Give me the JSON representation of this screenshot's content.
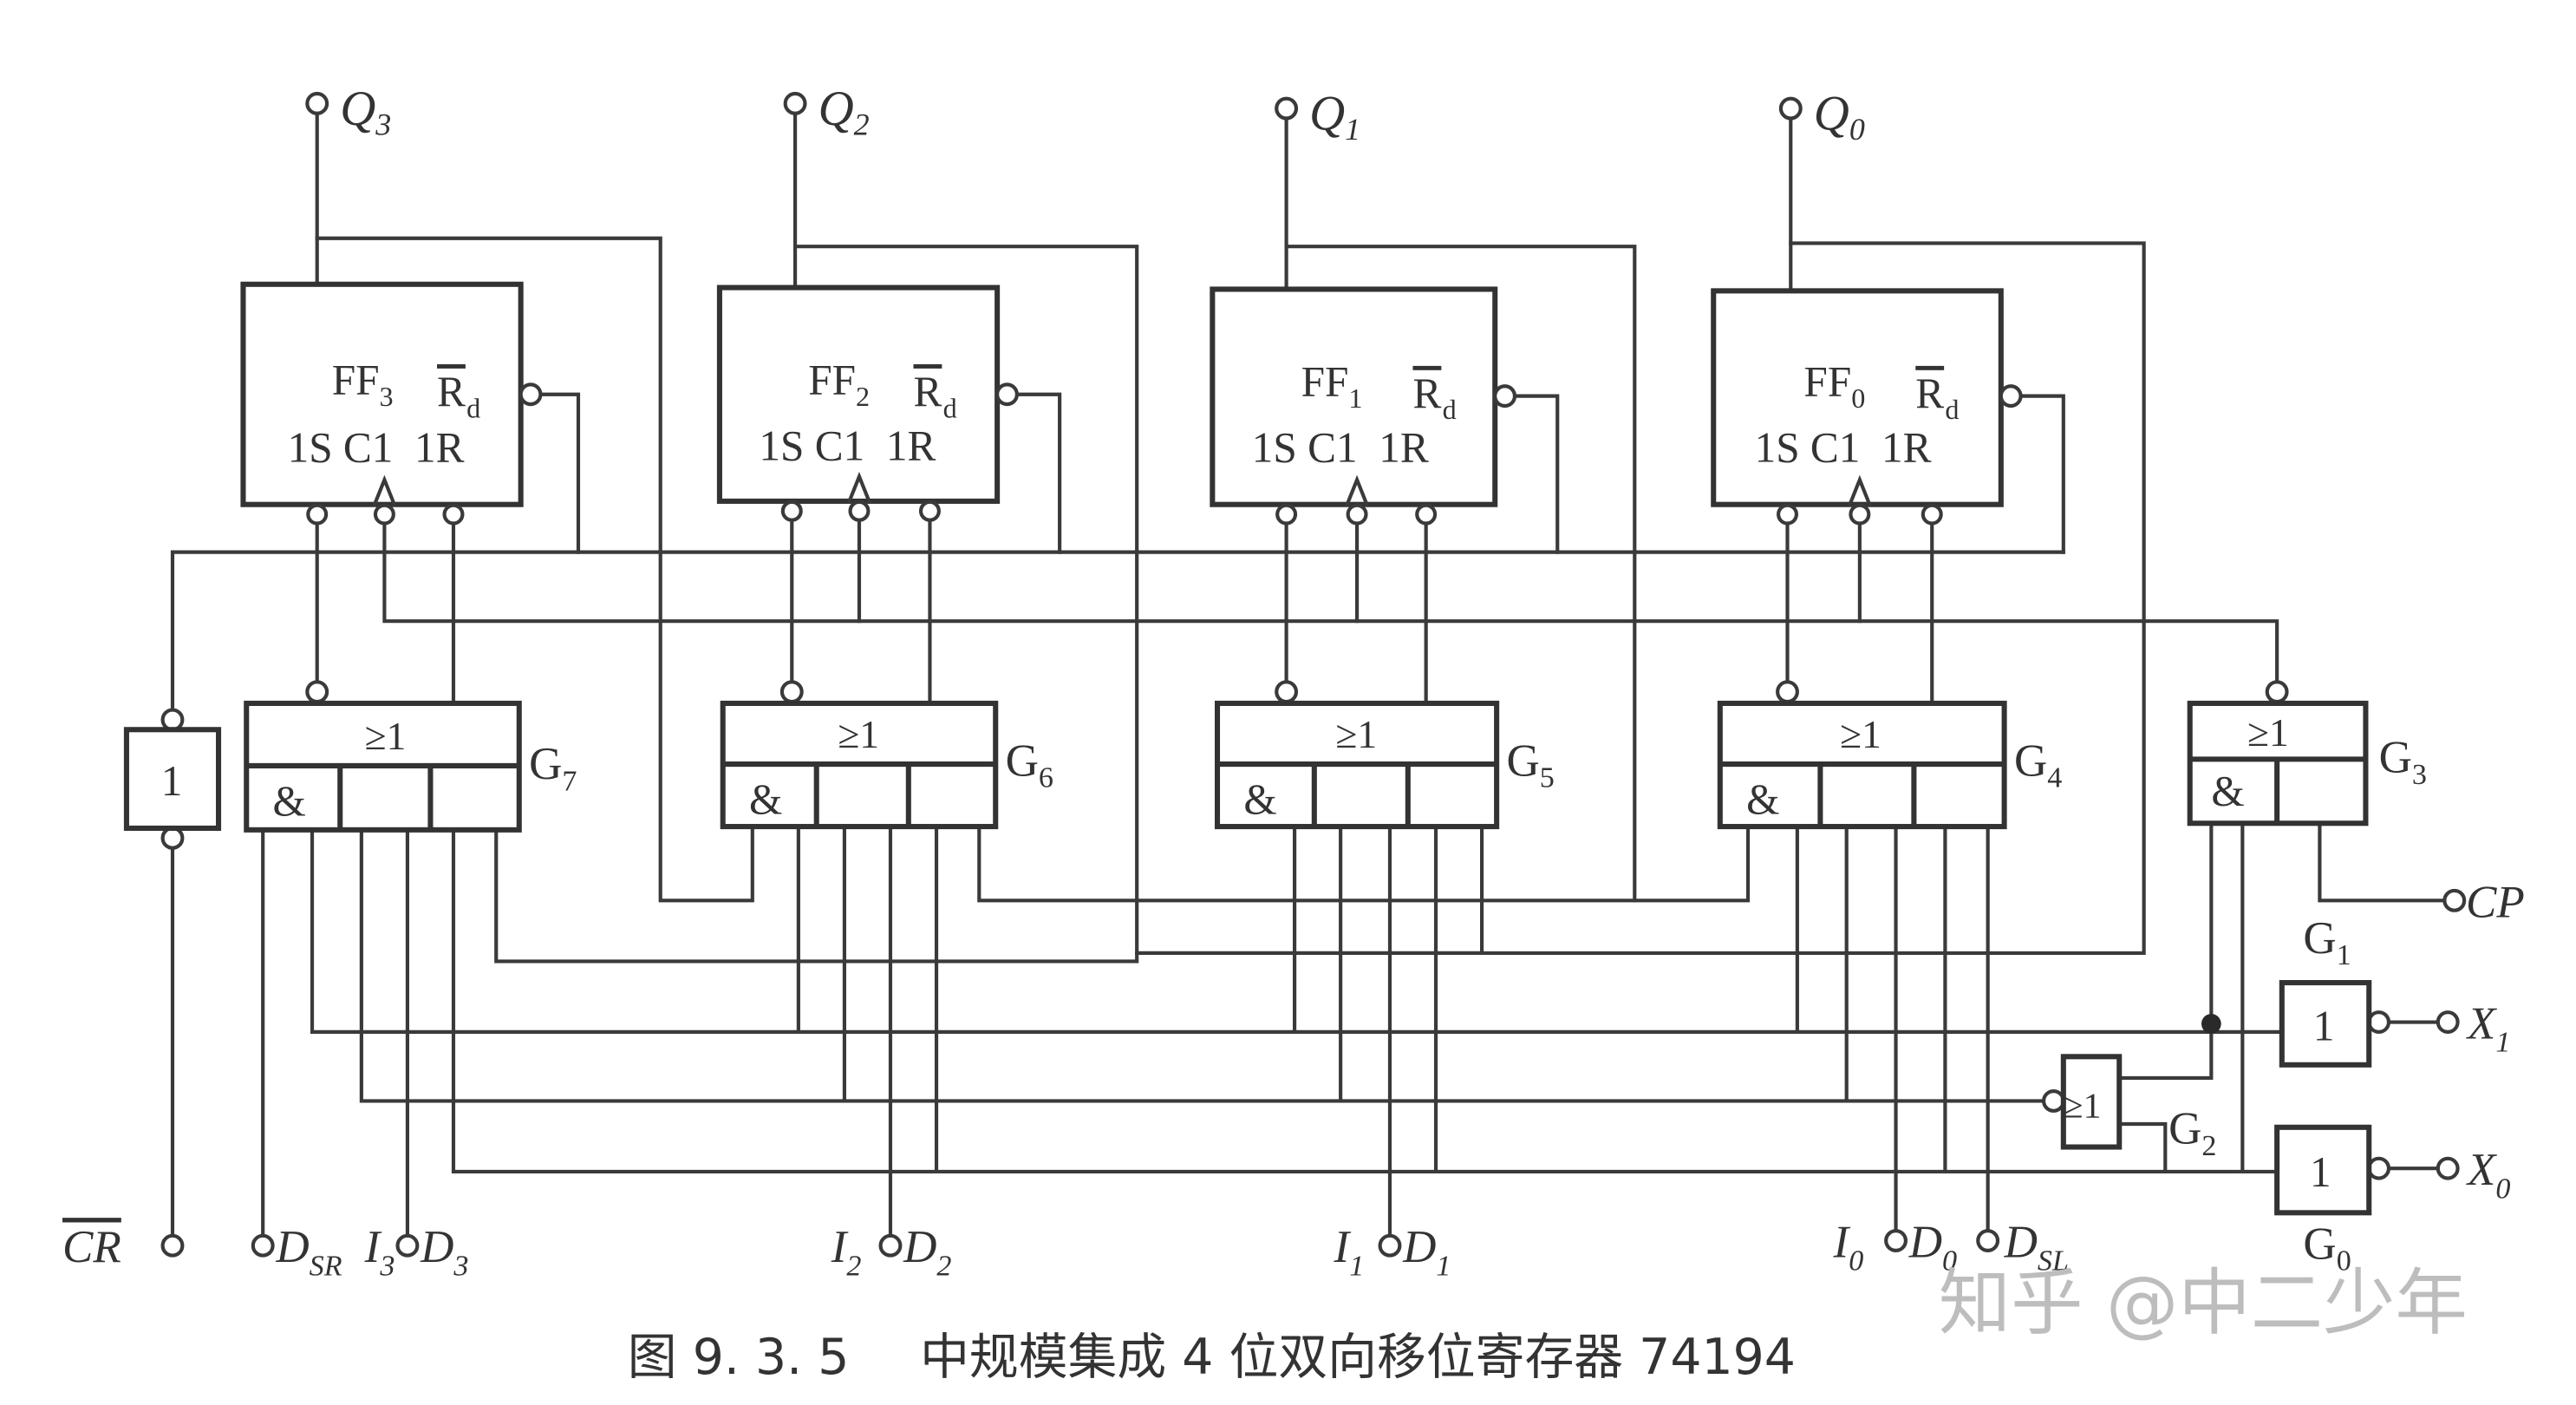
{
  "figure": {
    "caption_number": "图 9. 3. 5",
    "caption_title": "中规模集成 4 位双向移位寄存器 74194",
    "watermark": "知乎 @中二少年",
    "line_color": "#3a3a3a"
  },
  "flipflops": [
    {
      "id": "FF3",
      "name": "FF",
      "sub": "3",
      "rd": "R",
      "rd_sub": "d",
      "pins": "1S C1  1R"
    },
    {
      "id": "FF2",
      "name": "FF",
      "sub": "2",
      "rd": "R",
      "rd_sub": "d",
      "pins": "1S C1  1R"
    },
    {
      "id": "FF1",
      "name": "FF",
      "sub": "1",
      "rd": "R",
      "rd_sub": "d",
      "pins": "1S C1  1R"
    },
    {
      "id": "FF0",
      "name": "FF",
      "sub": "0",
      "rd": "R",
      "rd_sub": "d",
      "pins": "1S C1  1R"
    }
  ],
  "outputs": [
    {
      "name": "Q",
      "sub": "3"
    },
    {
      "name": "Q",
      "sub": "2"
    },
    {
      "name": "Q",
      "sub": "1"
    },
    {
      "name": "Q",
      "sub": "0"
    }
  ],
  "gates": {
    "or_symbol": "≥1",
    "and_symbol": "&",
    "not_symbol": "1",
    "labels": [
      {
        "name": "G",
        "sub": "7"
      },
      {
        "name": "G",
        "sub": "6"
      },
      {
        "name": "G",
        "sub": "5"
      },
      {
        "name": "G",
        "sub": "4"
      },
      {
        "name": "G",
        "sub": "3"
      },
      {
        "name": "G",
        "sub": "2"
      },
      {
        "name": "G",
        "sub": "1"
      },
      {
        "name": "G",
        "sub": "0"
      }
    ]
  },
  "inputs": {
    "cr": "CR",
    "dsr": {
      "name": "D",
      "sub": "SR"
    },
    "i3": {
      "name": "I",
      "sub": "3"
    },
    "d3": {
      "name": "D",
      "sub": "3"
    },
    "i2": {
      "name": "I",
      "sub": "2"
    },
    "d2": {
      "name": "D",
      "sub": "2"
    },
    "i1": {
      "name": "I",
      "sub": "1"
    },
    "d1": {
      "name": "D",
      "sub": "1"
    },
    "i0": {
      "name": "I",
      "sub": "0"
    },
    "d0": {
      "name": "D",
      "sub": "0"
    },
    "dsl": {
      "name": "D",
      "sub": "SL"
    },
    "cp": "CP",
    "x1": {
      "name": "X",
      "sub": "1"
    },
    "x0": {
      "name": "X",
      "sub": "0"
    }
  }
}
